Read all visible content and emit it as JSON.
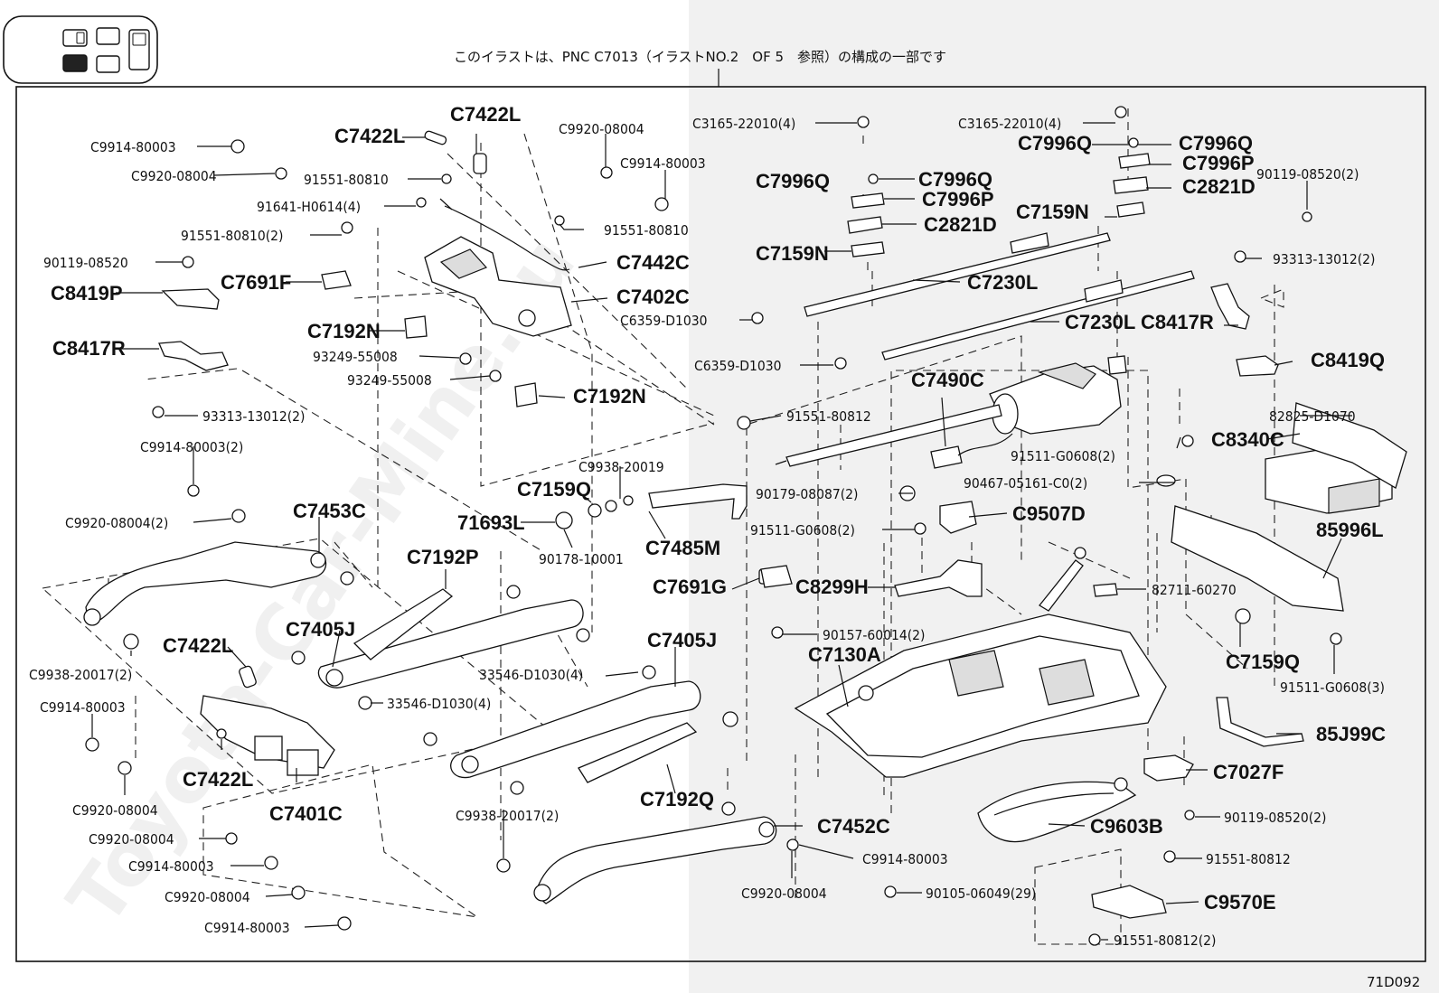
{
  "header": {
    "note": "このイラストは、PNC C7013（イラストNO.2　OF 5　参照）の構成の一部です",
    "illustration_code": "71D092",
    "watermark": "Toyota-Car-Mine.ru"
  },
  "labels": [
    {
      "id": "l1",
      "text": "C7422L",
      "size": "lg"
    },
    {
      "id": "l2",
      "text": "C7422L",
      "size": "lg"
    },
    {
      "id": "l3",
      "text": "C9920-08004",
      "size": "sm"
    },
    {
      "id": "l4",
      "text": "C9914-80003",
      "size": "sm"
    },
    {
      "id": "l5",
      "text": "C9914-80003",
      "size": "sm"
    },
    {
      "id": "l6",
      "text": "C9920-08004",
      "size": "sm"
    },
    {
      "id": "l7",
      "text": "91551-80810",
      "size": "sm"
    },
    {
      "id": "l8",
      "text": "91641-H0614(4)",
      "size": "sm"
    },
    {
      "id": "l9",
      "text": "91551-80810",
      "size": "sm"
    },
    {
      "id": "l10",
      "text": "91551-80810(2)",
      "size": "sm"
    },
    {
      "id": "l11",
      "text": "C7442C",
      "size": "lg"
    },
    {
      "id": "l12",
      "text": "90119-08520",
      "size": "sm"
    },
    {
      "id": "l13",
      "text": "C7691F",
      "size": "lg"
    },
    {
      "id": "l14",
      "text": "C8419P",
      "size": "lg"
    },
    {
      "id": "l15",
      "text": "C7402C",
      "size": "lg"
    },
    {
      "id": "l16",
      "text": "C7192N",
      "size": "lg"
    },
    {
      "id": "l17",
      "text": "C8417R",
      "size": "lg"
    },
    {
      "id": "l18",
      "text": "93249-55008",
      "size": "sm"
    },
    {
      "id": "l19",
      "text": "93249-55008",
      "size": "sm"
    },
    {
      "id": "l20",
      "text": "C7192N",
      "size": "lg"
    },
    {
      "id": "l21",
      "text": "93313-13012(2)",
      "size": "sm"
    },
    {
      "id": "l22",
      "text": "C9914-80003(2)",
      "size": "sm"
    },
    {
      "id": "l23",
      "text": "C9920-08004(2)",
      "size": "sm"
    },
    {
      "id": "l24",
      "text": "C7453C",
      "size": "lg"
    },
    {
      "id": "l25",
      "text": "C9938-20019",
      "size": "sm"
    },
    {
      "id": "l26",
      "text": "C7159Q",
      "size": "lg"
    },
    {
      "id": "l27",
      "text": "71693L",
      "size": "lg"
    },
    {
      "id": "l28",
      "text": "90178-10001",
      "size": "sm"
    },
    {
      "id": "l29",
      "text": "C7485M",
      "size": "lg"
    },
    {
      "id": "l30",
      "text": "C7192P",
      "size": "lg"
    },
    {
      "id": "l31",
      "text": "C7405J",
      "size": "lg"
    },
    {
      "id": "l32",
      "text": "C7422L",
      "size": "lg"
    },
    {
      "id": "l33",
      "text": "C9938-20017(2)",
      "size": "sm"
    },
    {
      "id": "l34",
      "text": "33546-D1030(4)",
      "size": "sm"
    },
    {
      "id": "l35",
      "text": "33546-D1030(4)",
      "size": "sm"
    },
    {
      "id": "l36",
      "text": "C7405J",
      "size": "lg"
    },
    {
      "id": "l37",
      "text": "C9914-80003",
      "size": "sm"
    },
    {
      "id": "l38",
      "text": "C7422L",
      "size": "lg"
    },
    {
      "id": "l39",
      "text": "C9920-08004",
      "size": "sm"
    },
    {
      "id": "l40",
      "text": "C7401C",
      "size": "lg"
    },
    {
      "id": "l41",
      "text": "C9938-20017(2)",
      "size": "sm"
    },
    {
      "id": "l42",
      "text": "C7192Q",
      "size": "lg"
    },
    {
      "id": "l43",
      "text": "C9920-08004",
      "size": "sm"
    },
    {
      "id": "l44",
      "text": "C9914-80003",
      "size": "sm"
    },
    {
      "id": "l45",
      "text": "C9920-08004",
      "size": "sm"
    },
    {
      "id": "l46",
      "text": "C9914-80003",
      "size": "sm"
    },
    {
      "id": "l47",
      "text": "C7452C",
      "size": "lg"
    },
    {
      "id": "l48",
      "text": "C9914-80003",
      "size": "sm"
    },
    {
      "id": "l49",
      "text": "C9920-08004",
      "size": "sm"
    },
    {
      "id": "l50",
      "text": "C3165-22010(4)",
      "size": "sm"
    },
    {
      "id": "l51",
      "text": "C7996Q",
      "size": "lg"
    },
    {
      "id": "l52",
      "text": "C7996Q",
      "size": "lg"
    },
    {
      "id": "l53",
      "text": "C7996P",
      "size": "lg"
    },
    {
      "id": "l54",
      "text": "C2821D",
      "size": "lg"
    },
    {
      "id": "l55",
      "text": "C7159N",
      "size": "lg"
    },
    {
      "id": "l56",
      "text": "C7230L",
      "size": "lg"
    },
    {
      "id": "l57",
      "text": "C6359-D1030",
      "size": "sm"
    },
    {
      "id": "l58",
      "text": "C7230L",
      "size": "lg"
    },
    {
      "id": "l59",
      "text": "C6359-D1030",
      "size": "sm"
    },
    {
      "id": "l60",
      "text": "C7490C",
      "size": "lg"
    },
    {
      "id": "l61",
      "text": "91551-80812",
      "size": "sm"
    },
    {
      "id": "l62",
      "text": "90179-08087(2)",
      "size": "sm"
    },
    {
      "id": "l63",
      "text": "C9507D",
      "size": "lg"
    },
    {
      "id": "l64",
      "text": "91511-G0608(2)",
      "size": "sm"
    },
    {
      "id": "l65",
      "text": "C7691G",
      "size": "lg"
    },
    {
      "id": "l66",
      "text": "C8299H",
      "size": "lg"
    },
    {
      "id": "l67",
      "text": "90157-60014(2)",
      "size": "sm"
    },
    {
      "id": "l68",
      "text": "C7130A",
      "size": "lg"
    },
    {
      "id": "l69",
      "text": "C3165-22010(4)",
      "size": "sm"
    },
    {
      "id": "l70",
      "text": "C7996Q",
      "size": "lg"
    },
    {
      "id": "l71",
      "text": "C7996Q",
      "size": "lg"
    },
    {
      "id": "l72",
      "text": "C7996P",
      "size": "lg"
    },
    {
      "id": "l73",
      "text": "C2821D",
      "size": "lg"
    },
    {
      "id": "l74",
      "text": "C7159N",
      "size": "lg"
    },
    {
      "id": "l75",
      "text": "90119-08520(2)",
      "size": "sm"
    },
    {
      "id": "l76",
      "text": "93313-13012(2)",
      "size": "sm"
    },
    {
      "id": "l77",
      "text": "C8417R",
      "size": "lg"
    },
    {
      "id": "l78",
      "text": "C8419Q",
      "size": "lg"
    },
    {
      "id": "l79",
      "text": "82825-D1070",
      "size": "sm"
    },
    {
      "id": "l80",
      "text": "C8340C",
      "size": "lg"
    },
    {
      "id": "l81",
      "text": "91511-G0608(2)",
      "size": "sm"
    },
    {
      "id": "l82",
      "text": "90467-05161-C0(2)",
      "size": "sm"
    },
    {
      "id": "l83",
      "text": "85996L",
      "size": "lg"
    },
    {
      "id": "l84",
      "text": "82711-60270",
      "size": "sm"
    },
    {
      "id": "l85",
      "text": "C7159Q",
      "size": "lg"
    },
    {
      "id": "l86",
      "text": "91511-G0608(3)",
      "size": "sm"
    },
    {
      "id": "l87",
      "text": "85J99C",
      "size": "lg"
    },
    {
      "id": "l88",
      "text": "C7027F",
      "size": "lg"
    },
    {
      "id": "l89",
      "text": "90119-08520(2)",
      "size": "sm"
    },
    {
      "id": "l90",
      "text": "C9603B",
      "size": "lg"
    },
    {
      "id": "l91",
      "text": "91551-80812",
      "size": "sm"
    },
    {
      "id": "l92",
      "text": "90105-06049(29)",
      "size": "sm"
    },
    {
      "id": "l93",
      "text": "C9570E",
      "size": "lg"
    },
    {
      "id": "l94",
      "text": "91551-80812(2)",
      "size": "sm"
    }
  ]
}
